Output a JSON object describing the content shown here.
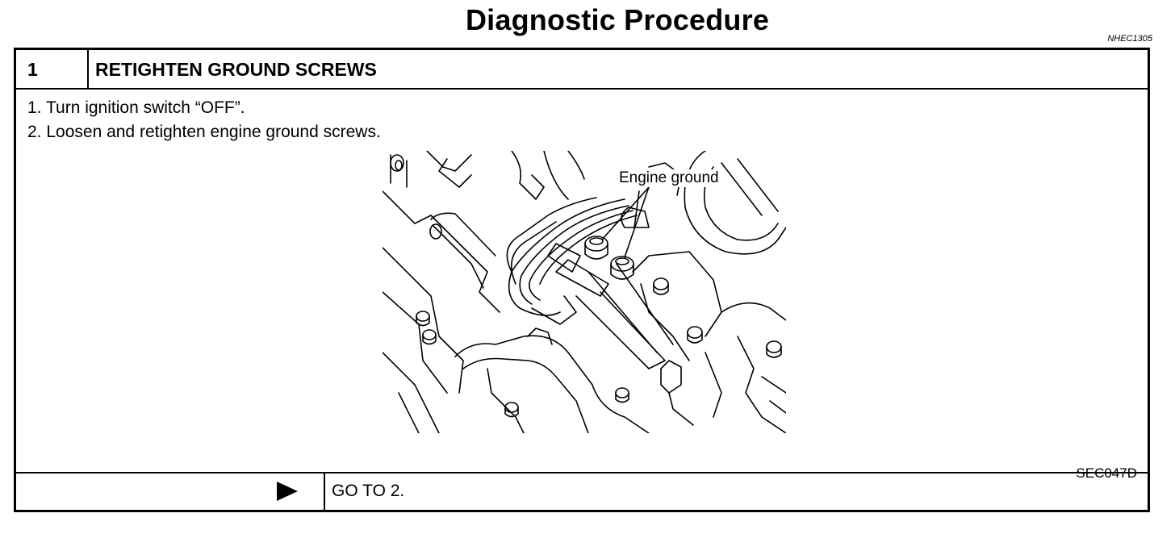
{
  "document": {
    "title": "Diagnostic Procedure",
    "ref_code": "NHEC1305"
  },
  "step": {
    "number": "1",
    "title": "RETIGHTEN GROUND SCREWS",
    "instructions": [
      "1.  Turn ignition switch “OFF”.",
      "2.  Loosen and retighten engine ground screws."
    ],
    "figure": {
      "callout_label": "Engine ground",
      "figure_code": "SEC047D"
    }
  },
  "result": {
    "arrow_icon": "right-triangle-icon",
    "action": "GO TO 2."
  }
}
